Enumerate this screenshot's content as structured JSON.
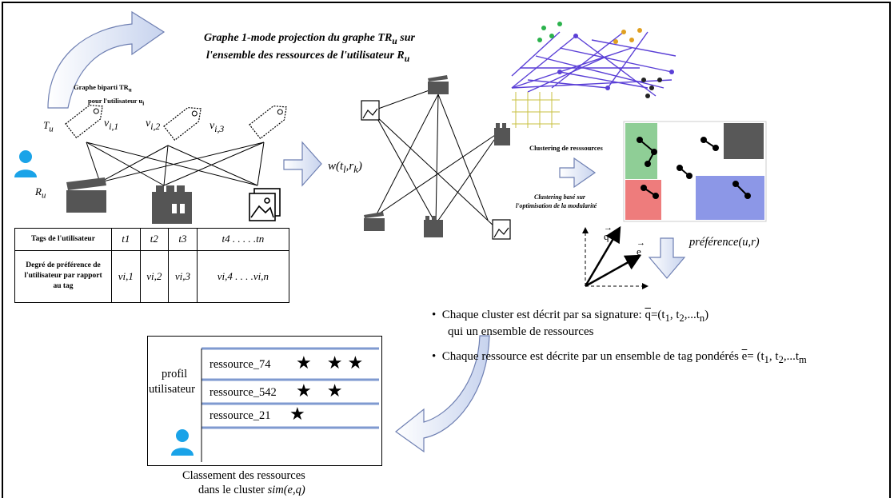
{
  "titles": {
    "projection_line1": "Graphe 1-mode projection du graphe TR",
    "projection_sub1": "u",
    "projection_line1_tail": " sur",
    "projection_line2": "l'ensemble des ressources de l'utilisateur R",
    "projection_sub2": "u"
  },
  "bipartite": {
    "caption_line1": "Graphe biparti TR",
    "caption_sub": "u",
    "caption_line2": "pour l'utilisateur u",
    "caption_sub2": "i",
    "tu_label": "T",
    "tu_sub": "u",
    "ru_label": "R",
    "ru_sub": "u",
    "v_labels": [
      "v",
      "v",
      "v"
    ],
    "v_subs": [
      "i,1",
      "i,2",
      "i,3"
    ]
  },
  "weight_label": "w(t",
  "weight_sub": "l",
  "weight_mid": ",r",
  "weight_sub2": "k",
  "weight_tail": ")",
  "table": {
    "row1_header": "Tags de l'utilisateur",
    "row1_cells": [
      "t1",
      "t2",
      "t3",
      "t4  . . . . .tn"
    ],
    "row2_header_lines": [
      "Degré de préférence de",
      "l'utilisateur par rapport",
      "au tag"
    ],
    "row2_cells": [
      "vi,1",
      "vi,2",
      "vi,3",
      "vi,4 . . . .vi,n"
    ]
  },
  "clustering": {
    "label": "Clustering de resssources",
    "caption_line1": "Clustering basé sur",
    "caption_line2": "l'optimisation de la modularité"
  },
  "vectors": {
    "q": "q",
    "e": "e",
    "preference": "préférence(u,r)"
  },
  "bullets": {
    "b1_line1_a": "Chaque cluster est décrit par sa signature: ",
    "b1_vec": "q",
    "b1_line1_b": "=(t",
    "b1_line2": "qui un ensemble de ressources",
    "b2_a": "Chaque ressource est décrite par un ensemble de tag pondérés ",
    "b2_vec": "e",
    "b2_b": "= (t"
  },
  "profile": {
    "label_line1": "profil",
    "label_line2": "utilisateur",
    "resources": [
      {
        "name": "ressource_74",
        "stars": 3
      },
      {
        "name": "ressource_542",
        "stars": 2
      },
      {
        "name": "ressource_21",
        "stars": 1
      }
    ]
  },
  "ranking": {
    "line1": "Classement des ressources",
    "line2": "dans le cluster ",
    "sim": "sim(e,q)"
  },
  "colors": {
    "accent_blue": "#7f9ad0",
    "graph_purple": "#5a3fd6",
    "person_blue": "#1aa3e8",
    "cluster_green": "#1f9e2e",
    "cluster_red": "#e01010",
    "cluster_blue": "#1a2fcf"
  }
}
